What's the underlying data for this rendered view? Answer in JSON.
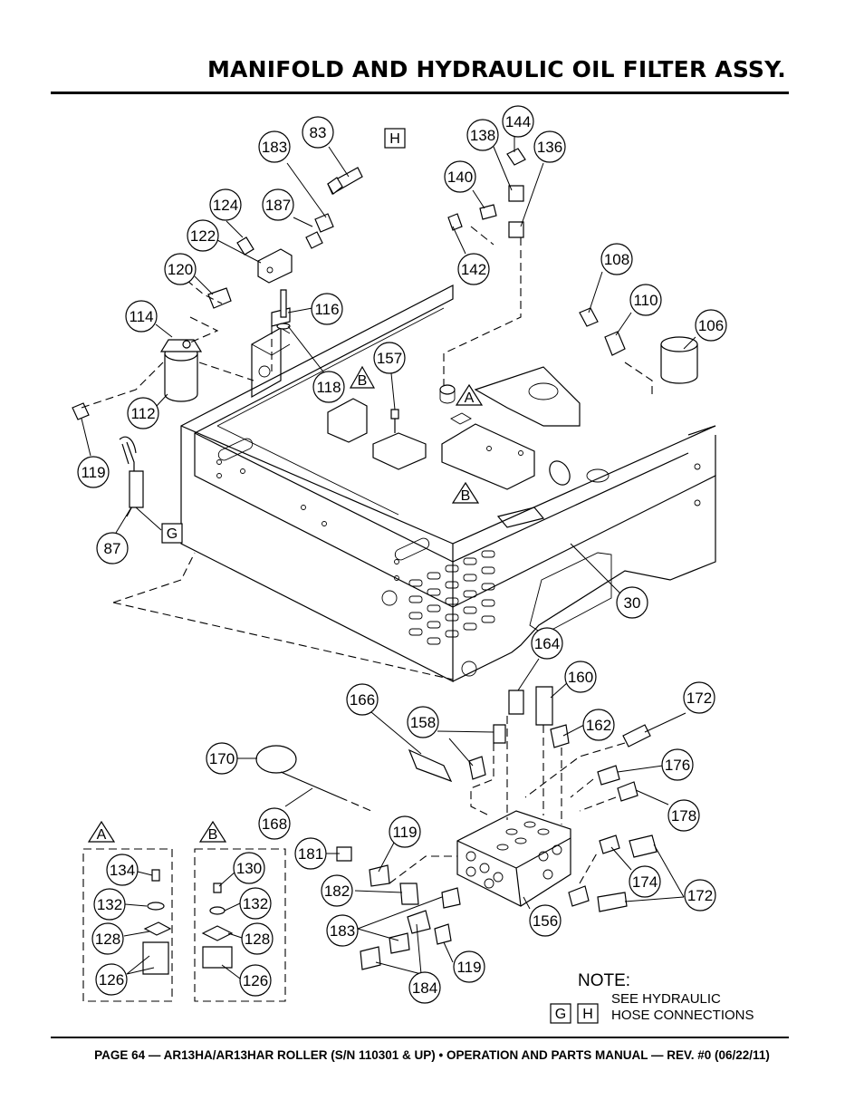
{
  "title": "MANIFOLD AND HYDRAULIC OIL FILTER ASSY.",
  "footer": "PAGE 64 — AR13HA/AR13HAR ROLLER (S/N 110301 & UP) • OPERATION AND PARTS MANUAL — REV. #0 (06/22/11)",
  "callouts": [
    "83",
    "183",
    "124",
    "187",
    "122",
    "120",
    "114",
    "116",
    "112",
    "118",
    "119",
    "87",
    "138",
    "144",
    "136",
    "140",
    "142",
    "157",
    "108",
    "110",
    "106",
    "30",
    "164",
    "160",
    "166",
    "158",
    "172",
    "162",
    "170",
    "176",
    "168",
    "178",
    "119",
    "181",
    "182",
    "183",
    "174",
    "172",
    "156",
    "184",
    "119",
    "134",
    "132",
    "128",
    "126",
    "130",
    "132",
    "128",
    "126"
  ],
  "boxes": [
    "H",
    "G",
    "G",
    "H"
  ],
  "triangles": [
    "B",
    "A",
    "B",
    "A",
    "B"
  ],
  "note": {
    "title": "NOTE:",
    "line1": "SEE HYDRAULIC",
    "line2": "HOSE CONNECTIONS"
  }
}
